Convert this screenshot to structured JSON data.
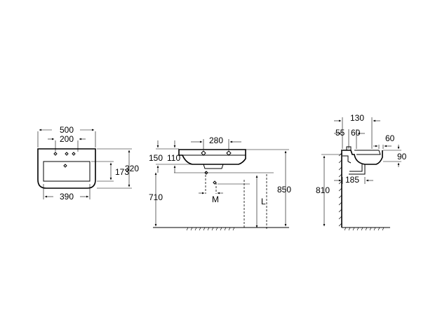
{
  "front_view": {
    "width_overall": "500",
    "tap_spacing": "200",
    "bowl_width": "390",
    "bowl_depth": "173",
    "depth_overall": "320"
  },
  "side_view": {
    "tap_holes": "280",
    "rim_thickness": "150",
    "bowl_offset": "110",
    "mount_height": "710",
    "overall_height": "850",
    "waste_offset": "M",
    "waste_height": "L"
  },
  "section_view": {
    "depth_top": "130",
    "wall_gap": "55",
    "bracket": "60",
    "front_lip": "60",
    "lip_height": "90",
    "trap": "185",
    "rim_height": "810"
  }
}
